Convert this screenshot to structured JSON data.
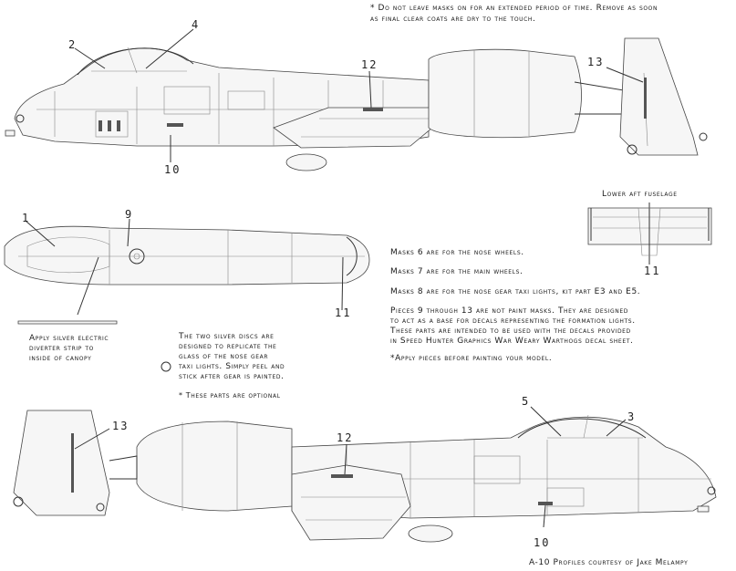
{
  "notes": {
    "top_warning_line1": "* Do not leave masks on for an extended period of time. Remove as soon",
    "top_warning_line2": "as final clear coats are dry to the touch.",
    "lower_aft_fuselage": "Lower aft fuselage",
    "masks_6": "Masks 6 are for the nose wheels.",
    "masks_7": "Masks 7 are for the main wheels.",
    "masks_8": "Masks 8 are for the nose gear taxi lights, kit part E3 and E5.",
    "pieces_p1": "Pieces 9 through 13 are not paint masks. They are designed",
    "pieces_p2": "to act as a base for decals representing the formation lights.",
    "pieces_p3": "These parts are intended to be used with the decals provided",
    "pieces_p4": "in Speed Hunter Graphics War Weary Warthogs decal sheet.",
    "apply_before": "*Apply pieces before painting your model.",
    "diverter_l1": "Apply silver electric",
    "diverter_l2": "diverter strip to",
    "diverter_l3": "inside of canopy",
    "discs_l1": "The two silver discs are",
    "discs_l2": "designed to replicate the",
    "discs_l3": "glass of the nose gear",
    "discs_l4": "taxi lights. Simply peel and",
    "discs_l5": "stick after gear is painted.",
    "optional": "* These parts are optional",
    "credit": "A-10 Profiles courtesy of Jake Melampy"
  },
  "callouts": {
    "top": {
      "n2": "2",
      "n4": "4",
      "n12": "12",
      "n13": "13",
      "n10": "10"
    },
    "mid": {
      "n1": "1",
      "n9": "9",
      "n11a": "11",
      "n11b": "11"
    },
    "bottom": {
      "n5": "5",
      "n3": "3",
      "n13": "13",
      "n12": "12",
      "n10": "10"
    }
  }
}
